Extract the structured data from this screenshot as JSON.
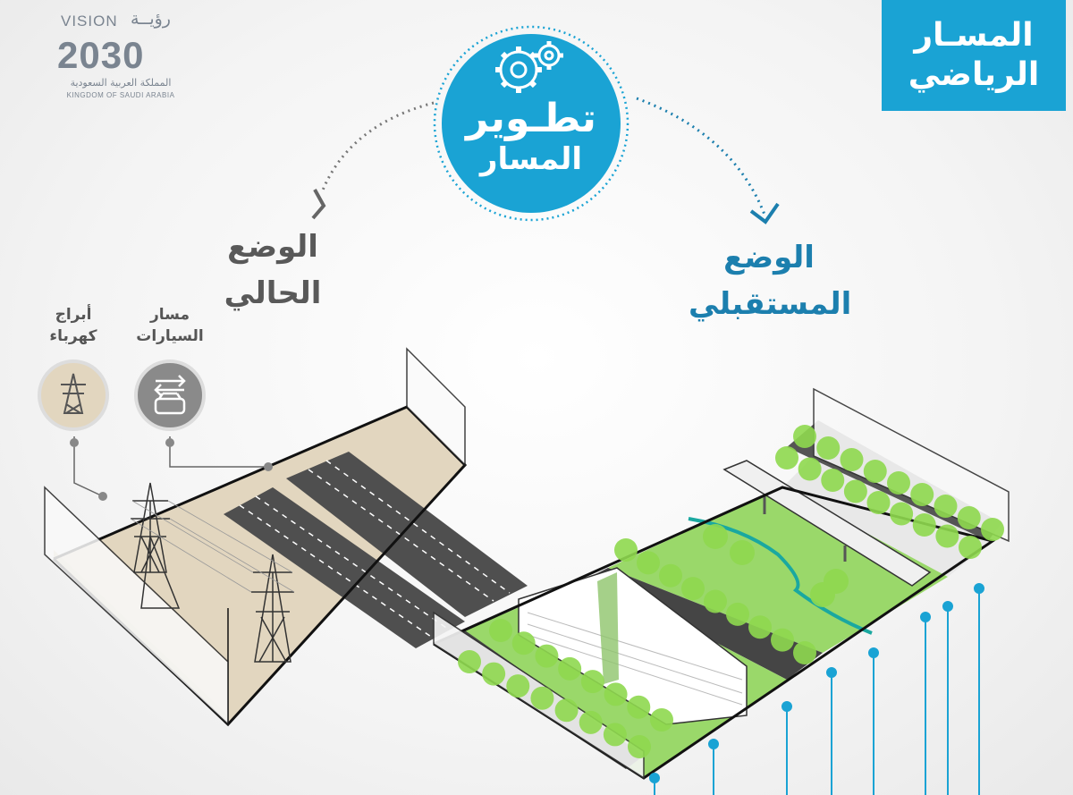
{
  "logo": {
    "vision_en": "VISION",
    "vision_ar": "رؤيــة",
    "year": "2030",
    "kingdom_ar": "المملكة العربية السعودية",
    "kingdom_en": "KINGDOM OF SAUDI ARABIA"
  },
  "badge": {
    "line1": "المسـار",
    "line2": "الرياضي"
  },
  "hub": {
    "line1": "تطـوير",
    "line2": "المسار"
  },
  "current_state": {
    "line1": "الوضع",
    "line2": "الحالي"
  },
  "future_state": {
    "line1": "الوضع",
    "line2": "المستقبلي"
  },
  "legend": {
    "towers": {
      "line1": "أبراج",
      "line2": "كهرباء",
      "icon": "power-tower-icon"
    },
    "roads": {
      "line1": "مسار",
      "line2": "السيارات",
      "icon": "car-lane-icon"
    }
  },
  "colors": {
    "accent": "#1aa3d4",
    "green": "#9ad86a",
    "sand": "#e2d6bf",
    "road": "#5a5a5a",
    "tree": "#8fd94f"
  }
}
